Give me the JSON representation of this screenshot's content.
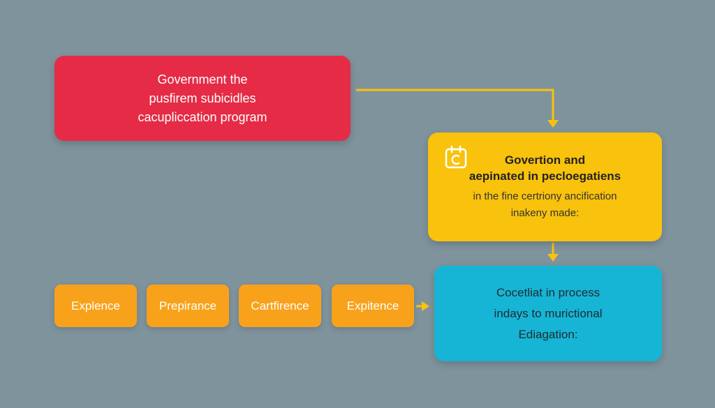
{
  "colors": {
    "background": "#7f939d",
    "red_box": "#e52b45",
    "yellow_box": "#f8c20d",
    "blue_box": "#16b5d5",
    "step_box": "#f8a21b",
    "connector": "#f8c20d"
  },
  "top_box": {
    "lines": [
      "Government the",
      "pusfirem subicidles",
      "cacuplicca­tion program"
    ]
  },
  "middle_box": {
    "icon": "document-icon",
    "heading": [
      "Govertion and",
      "aepinated in pecloegatiens"
    ],
    "sub": [
      "in the fine certriony ancification",
      "inakeny made:"
    ]
  },
  "bottom_box": {
    "lines": [
      "Cocetliat in process",
      "indays to murictional",
      "Ediagation:"
    ]
  },
  "steps": [
    "Explence",
    "Prepirance",
    "Cartfirence",
    "Expitence"
  ]
}
